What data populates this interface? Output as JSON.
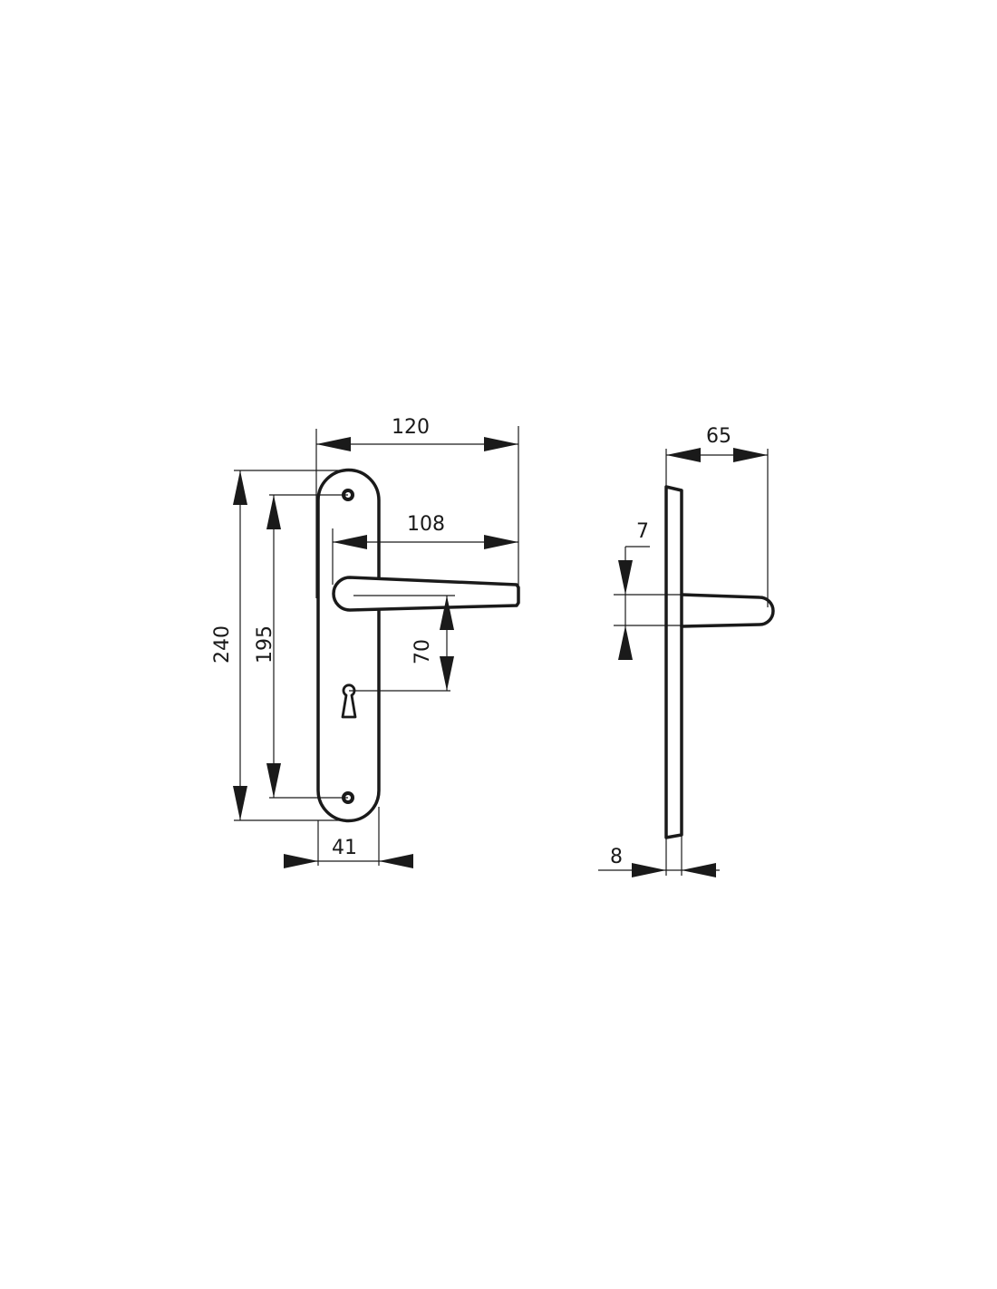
{
  "drawing": {
    "front_view": {
      "dimensions": {
        "overall_width": "120",
        "lever_length": "108",
        "plate_height": "240",
        "screw_spacing": "195",
        "lever_to_keyhole": "70",
        "plate_width": "41"
      }
    },
    "side_view": {
      "dimensions": {
        "projection": "65",
        "lever_thickness": "7",
        "plate_thickness": "8"
      }
    }
  }
}
